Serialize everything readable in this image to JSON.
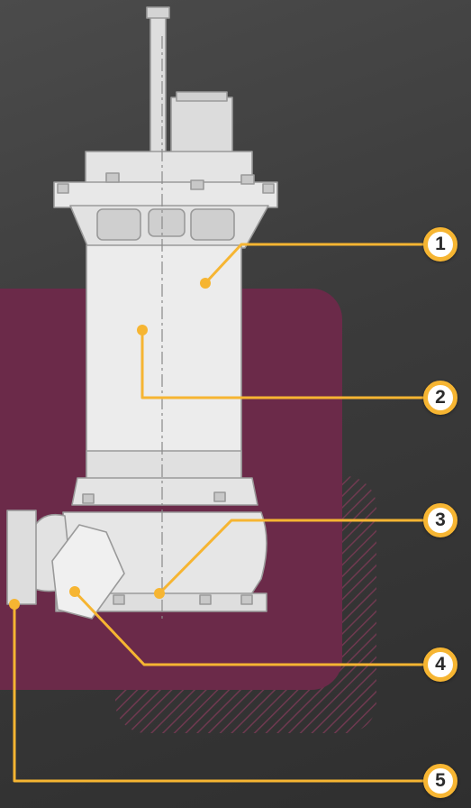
{
  "colors": {
    "background": "#3a3a3a",
    "panel": "#6b2a49",
    "accent": "#f6b532",
    "pump_fill": "#e6e6e6",
    "pump_outline": "#9a9a9a"
  },
  "callouts": [
    {
      "number": "1",
      "label": ""
    },
    {
      "number": "2",
      "label": ""
    },
    {
      "number": "3",
      "label": ""
    },
    {
      "number": "4",
      "label": ""
    },
    {
      "number": "5",
      "label": ""
    }
  ]
}
